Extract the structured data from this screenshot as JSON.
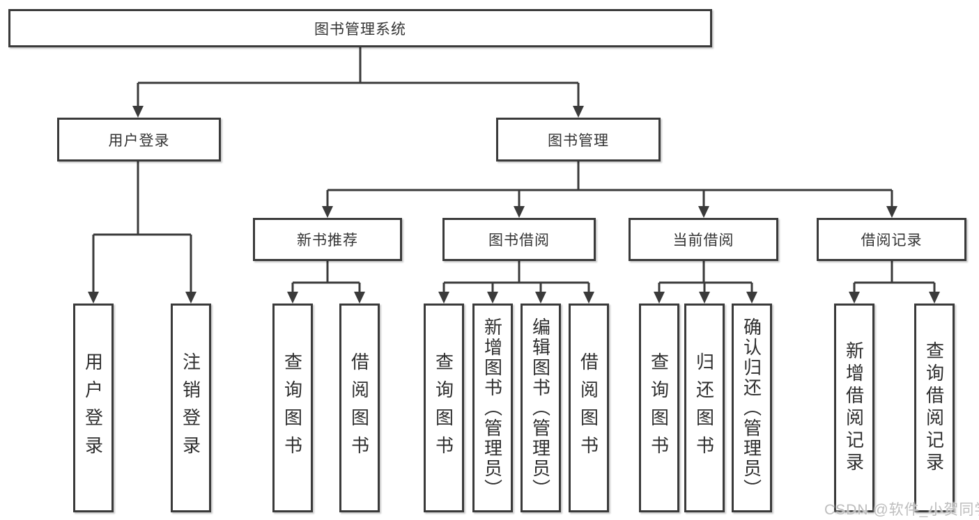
{
  "colors": {
    "line": "#3a3a3a",
    "box_border": "#3a3a3a",
    "label_text": "#333333",
    "watermark": "#bdbdbd",
    "background": "#ffffff"
  },
  "watermark": {
    "text": "CSDN @软件_小贺同学"
  },
  "tree": {
    "root": {
      "label": "图书管理系统"
    },
    "branches": [
      {
        "label": "用户登录",
        "leaves": [
          {
            "label": "用户登录"
          },
          {
            "label": "注销登录"
          }
        ]
      },
      {
        "label": "图书管理",
        "sections": [
          {
            "label": "新书推荐",
            "leaves": [
              {
                "label": "查询图书"
              },
              {
                "label": "借阅图书"
              }
            ]
          },
          {
            "label": "图书借阅",
            "leaves": [
              {
                "label": "查询图书"
              },
              {
                "label": "新增图书（管理员）"
              },
              {
                "label": "编辑图书（管理员）"
              },
              {
                "label": "借阅图书"
              }
            ]
          },
          {
            "label": "当前借阅",
            "leaves": [
              {
                "label": "查询图书"
              },
              {
                "label": "归还图书"
              },
              {
                "label": "确认归还（管理员）"
              }
            ]
          },
          {
            "label": "借阅记录",
            "leaves": [
              {
                "label": "新增借阅记录"
              },
              {
                "label": "查询借阅记录"
              }
            ]
          }
        ]
      }
    ]
  }
}
